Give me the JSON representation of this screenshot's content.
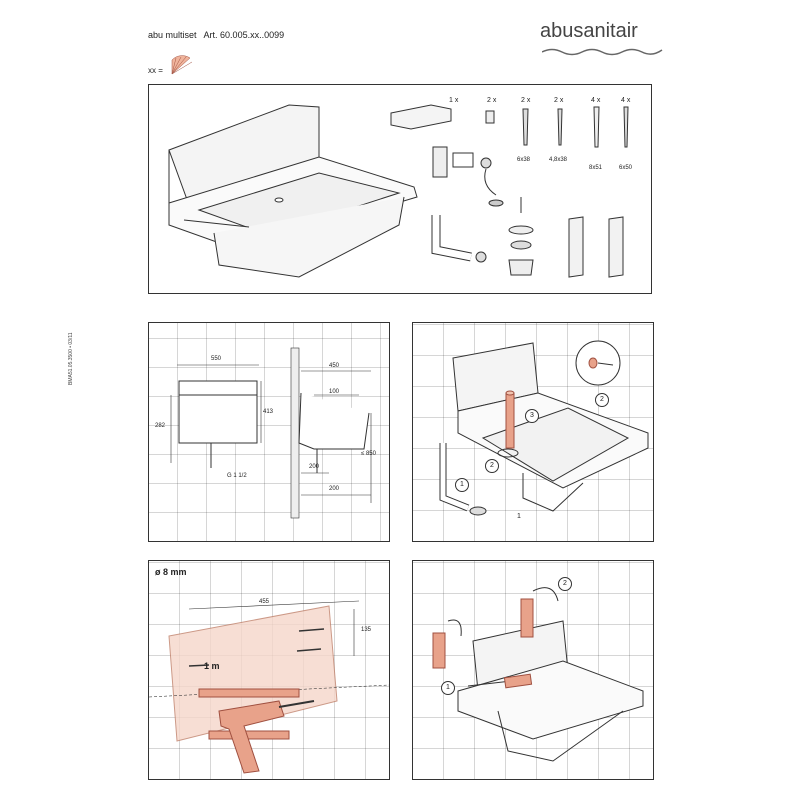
{
  "header": {
    "product": "abu multiset",
    "article": "Art. 60.005.xx..0099",
    "xx_label": "xx =",
    "brand": "abusanitair"
  },
  "parts": {
    "quantities": [
      "1 x",
      "2 x",
      "2 x",
      "2 x",
      "4 x",
      "4 x"
    ],
    "sizes": [
      "6x38",
      "4,8x38",
      "8x51",
      "6x50"
    ]
  },
  "side_code": "BMA51.05.3500 • 03/11",
  "panel2": {
    "dim_550": "550",
    "dim_450": "450",
    "dim_100": "100",
    "dim_413": "413",
    "dim_282": "282",
    "dim_200a": "200",
    "dim_200b": "200",
    "dim_850": "≤ 850",
    "thread": "G 1 1/2"
  },
  "panel3": {
    "steps": [
      "3",
      "2",
      "1",
      "2"
    ],
    "step_bottom": "1"
  },
  "panel4": {
    "drill": "ø 8 mm",
    "dim_455": "455",
    "dim_135": "135",
    "level": "1 m"
  },
  "panel5": {
    "steps": [
      "1",
      "2"
    ]
  },
  "colors": {
    "accent": "#e8a28a",
    "line": "#333333",
    "grid": "#d4d4d4"
  }
}
